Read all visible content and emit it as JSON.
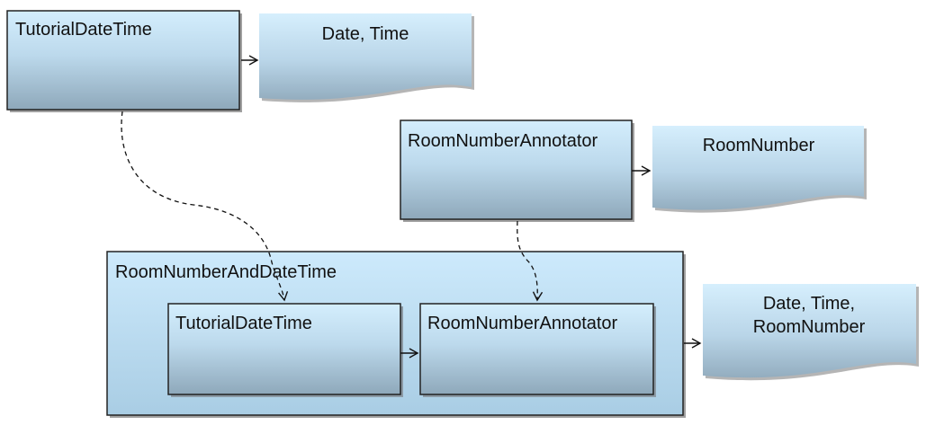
{
  "components": {
    "top_date_time": {
      "label": "TutorialDateTime"
    },
    "top_room_annotator": {
      "label": "RoomNumberAnnotator"
    },
    "aggregate": {
      "label": "RoomNumberAndDateTime",
      "inner_date_time": {
        "label": "TutorialDateTime"
      },
      "inner_room_annotator": {
        "label": "RoomNumberAnnotator"
      }
    }
  },
  "outputs": {
    "date_time": {
      "line1": "Date, Time"
    },
    "room_number": {
      "line1": "RoomNumber"
    },
    "combined": {
      "line1": "Date, Time,",
      "line2": "RoomNumber"
    }
  },
  "colors": {
    "box_top": "#cfeafb",
    "box_bottom": "#8fa9bc",
    "outer_fill": "#bfe2f7",
    "border": "#222222",
    "shadow": "#9a9a9a"
  }
}
